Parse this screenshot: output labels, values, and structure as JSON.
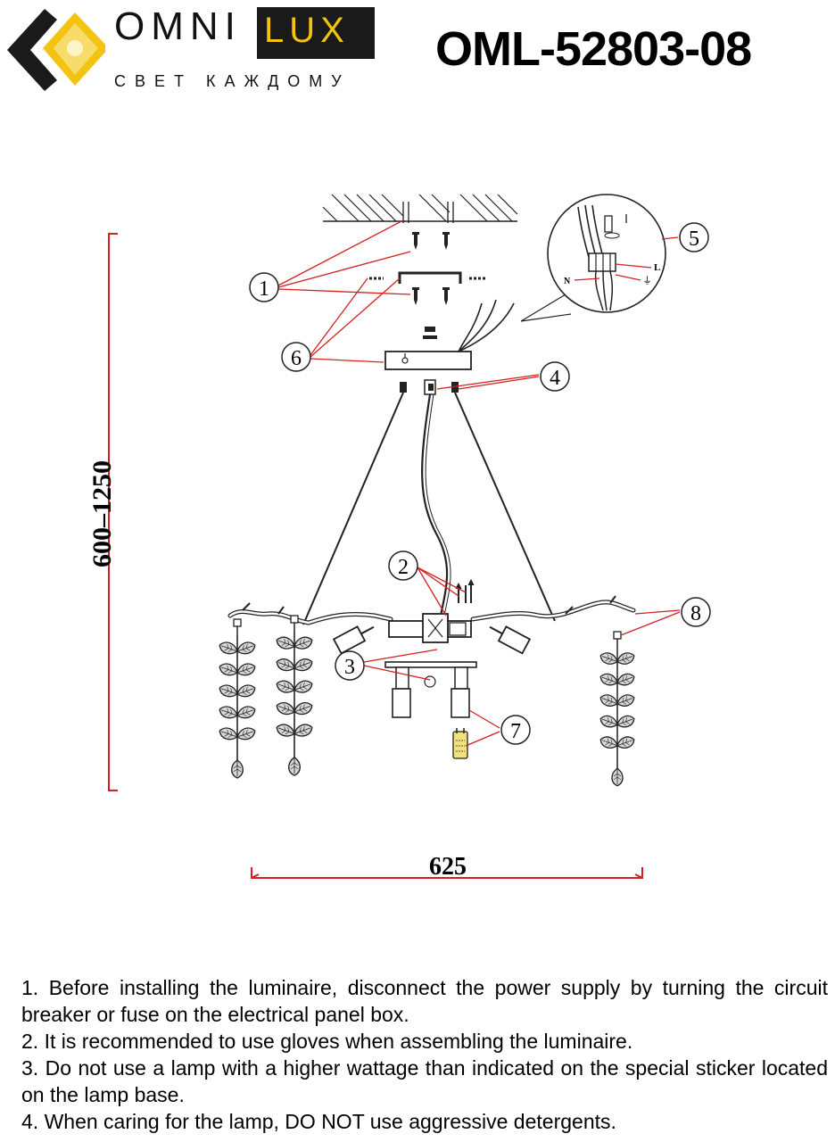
{
  "header": {
    "brand_left": "OMNI",
    "brand_right": "LUX",
    "tagline": "СВЕТ КАЖДОМУ",
    "model": "OML-52803-08"
  },
  "diagram": {
    "callouts": [
      "1",
      "2",
      "3",
      "4",
      "5",
      "6",
      "7",
      "8"
    ],
    "height_dimension": "600–1250",
    "width_dimension": "625",
    "wire_labels": {
      "live": "L",
      "neutral": "N",
      "earth": "⏚"
    }
  },
  "notes": [
    "1. Before installing the luminaire, disconnect the power supply by turning the circuit breaker or fuse on the electrical panel box.",
    "2. It is recommended to use gloves when assembling the luminaire.",
    "3. Do not use a lamp with a higher wattage than indicated on the special sticker located on the lamp base.",
    "4. When caring for the lamp, DO NOT use aggressive detergents."
  ],
  "colors": {
    "brand_yellow": "#f3c312",
    "brand_dark": "#1a1a1a",
    "annotation_red": "#d42020",
    "line_dark": "#222222"
  }
}
